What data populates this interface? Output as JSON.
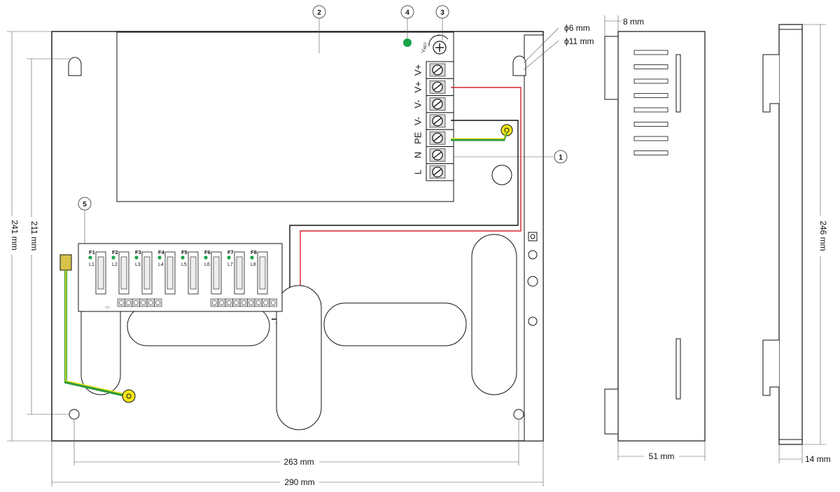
{
  "dimensions": {
    "width_290": "290 mm",
    "width_263": "263 mm",
    "height_241": "241 mm",
    "height_211": "211 mm",
    "phi6": "ϕ6 mm",
    "phi11": "ϕ11 mm",
    "side_8": "8 mm",
    "side_51": "51 mm",
    "right_246": "246 mm",
    "right_14": "14 mm"
  },
  "callouts": {
    "c1": "1",
    "c2": "2",
    "c3": "3",
    "c4": "4",
    "c5": "5"
  },
  "terminals": [
    "V+",
    "V+",
    "V-",
    "V-",
    "PE",
    "N",
    "L"
  ],
  "vadj_label": "V",
  "vadj_sub": "ADJ",
  "vadj_plus": "+",
  "fuses": [
    {
      "f": "F1",
      "l": "L1"
    },
    {
      "f": "F2",
      "l": "L2"
    },
    {
      "f": "F3",
      "l": "L3"
    },
    {
      "f": "F4",
      "l": "L4"
    },
    {
      "f": "F5",
      "l": "L5"
    },
    {
      "f": "F6",
      "l": "L6"
    },
    {
      "f": "F7",
      "l": "L7"
    },
    {
      "f": "F8",
      "l": "L8"
    }
  ],
  "colors": {
    "led_green": "#1aa34a",
    "wire_red": "#d2232a",
    "wire_green": "#2e9a3c",
    "wire_yellow": "#f2e51a",
    "terminal_gray": "#d8d8d8"
  }
}
